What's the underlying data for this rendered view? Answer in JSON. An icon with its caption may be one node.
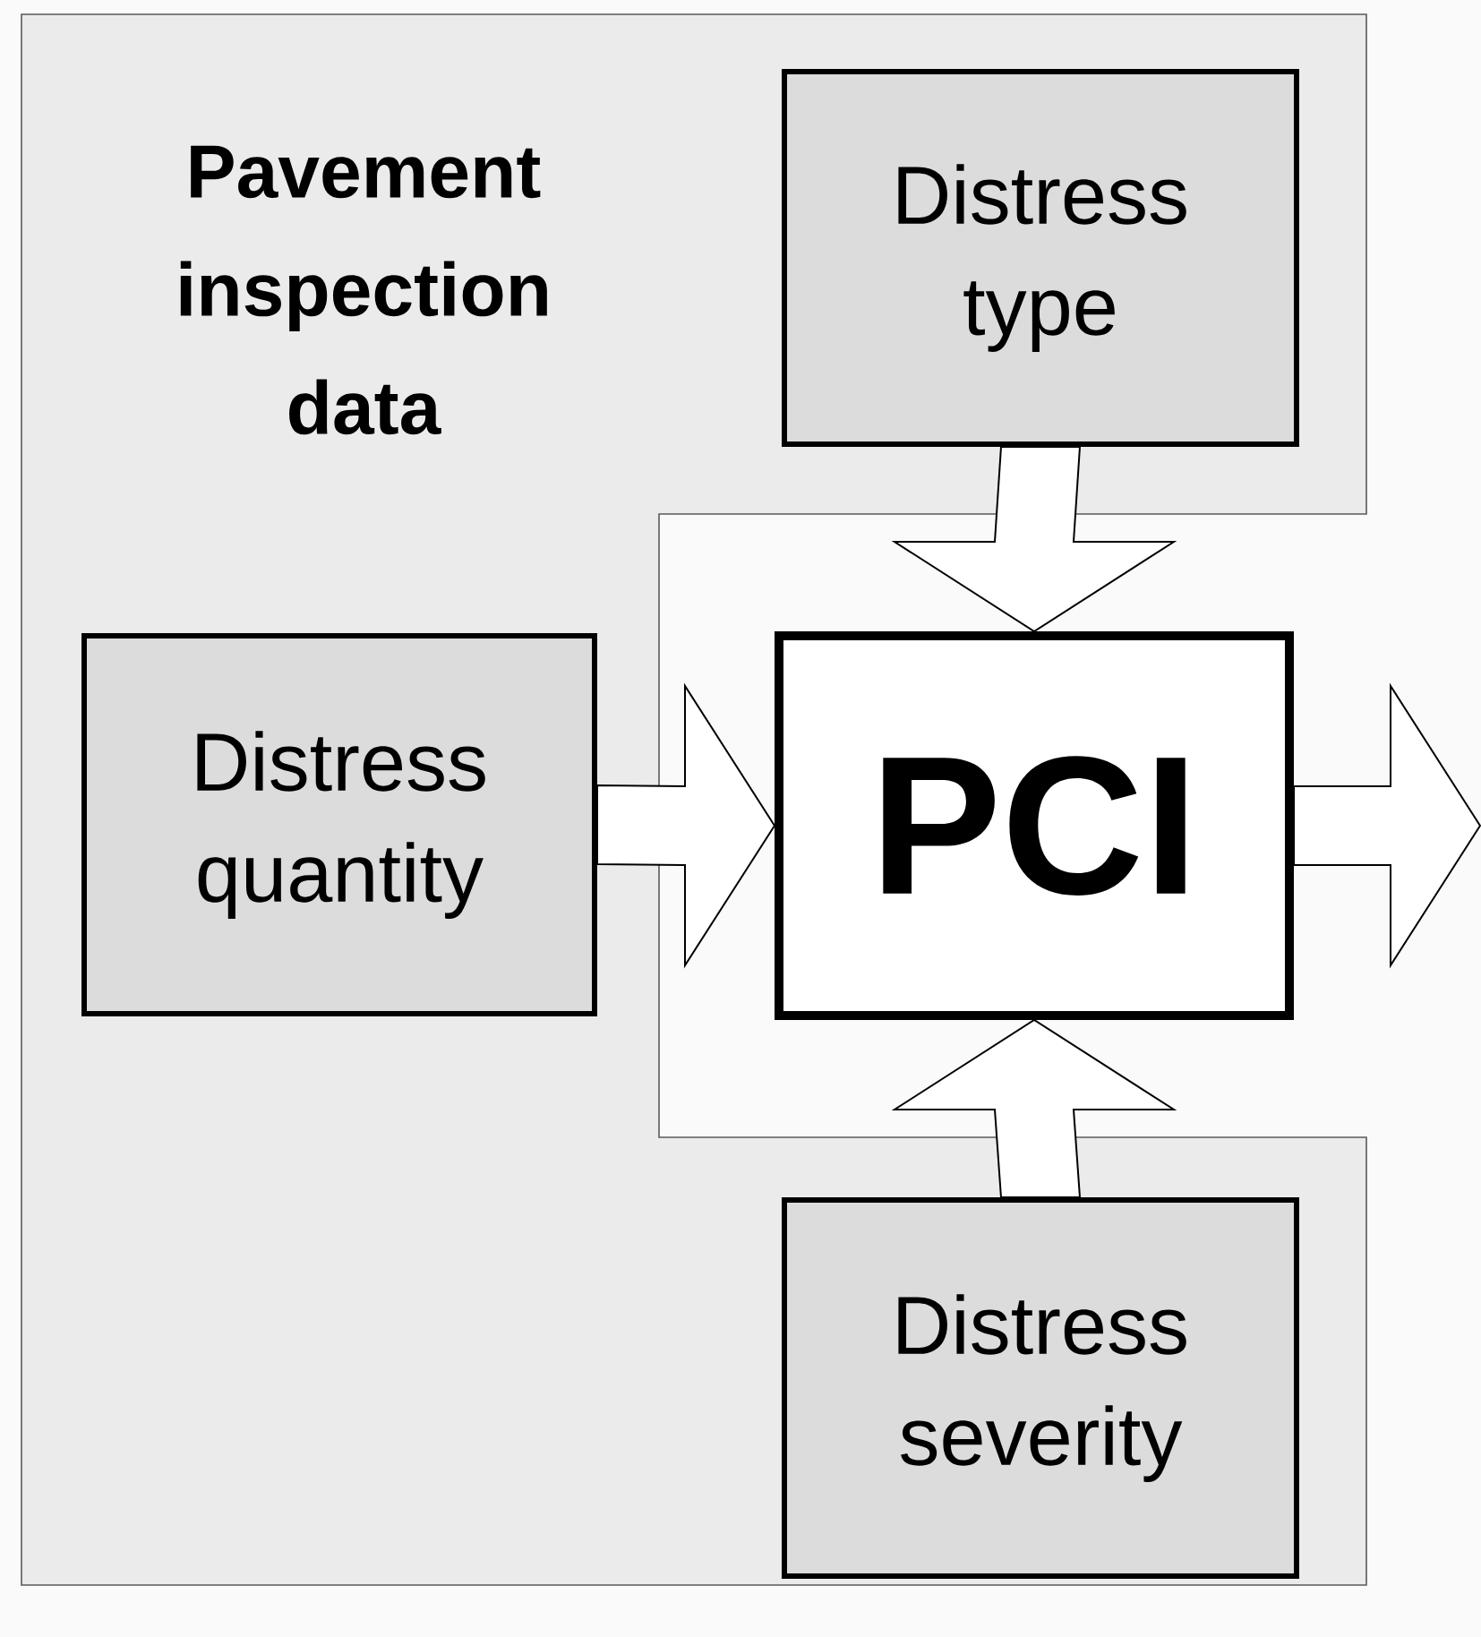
{
  "diagram": {
    "nodes": [
      {
        "text": [
          "Pavement inspection data"
        ]
      },
      {
        "text": [
          "Distress type"
        ],
        "in": 0
      },
      {
        "text": [
          "Distress quantity"
        ],
        "in": 0
      },
      {
        "text": [
          "Distress severity"
        ],
        "in": 0
      },
      {
        "text": [
          "PCI"
        ]
      }
    ],
    "edges": [
      {
        "from": 1,
        "to": 4,
        "arrow": "to"
      },
      {
        "from": 2,
        "to": 4,
        "arrow": "to"
      },
      {
        "from": 3,
        "to": 4,
        "arrow": "to"
      },
      {
        "from": 4,
        "to": null,
        "arrow": "to"
      }
    ]
  }
}
